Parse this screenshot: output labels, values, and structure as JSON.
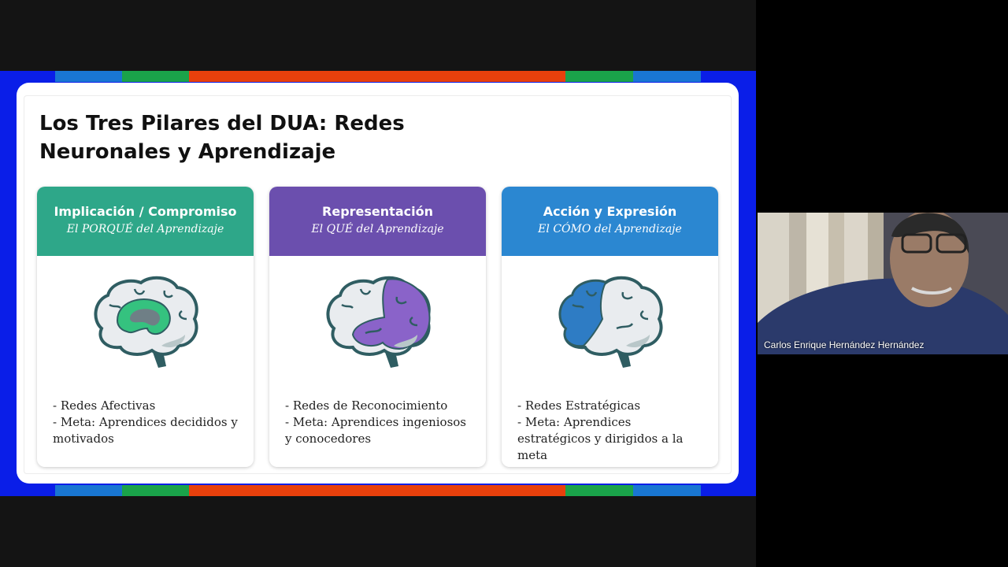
{
  "slide": {
    "title": "Los Tres Pilares del DUA: Redes Neuronales y Aprendizaje",
    "pillars": [
      {
        "name": "Implicación / Compromiso",
        "subtitle": "El PORQUÉ del Aprendizaje",
        "color": "#2ea789",
        "highlight": "#35c27f",
        "icon": "brain-affective-network-icon",
        "lines": [
          "- Redes Afectivas",
          "- Meta: Aprendices decididos y motivados"
        ]
      },
      {
        "name": "Representación",
        "subtitle": "El QUÉ del Aprendizaje",
        "color": "#6b4fae",
        "highlight": "#8a63c9",
        "icon": "brain-recognition-network-icon",
        "lines": [
          "- Redes de Reconocimiento",
          "- Meta: Aprendices ingeniosos y conocedores"
        ]
      },
      {
        "name": "Acción y Expresión",
        "subtitle": "El CÓMO del Aprendizaje",
        "color": "#2b87d1",
        "highlight": "#2e7cc4",
        "icon": "brain-strategic-network-icon",
        "lines": [
          "- Redes Estratégicas",
          "- Meta: Aprendices estratégicos y dirigidos a la meta"
        ]
      }
    ],
    "frame_colors": {
      "background": "#0a1ee8",
      "stripe": [
        "#1976d2",
        "#1aa34a",
        "#e8400c",
        "#1aa34a",
        "#1976d2"
      ]
    }
  },
  "webcam": {
    "participant_name": "Carlos Enrique Hernández Hernández"
  }
}
